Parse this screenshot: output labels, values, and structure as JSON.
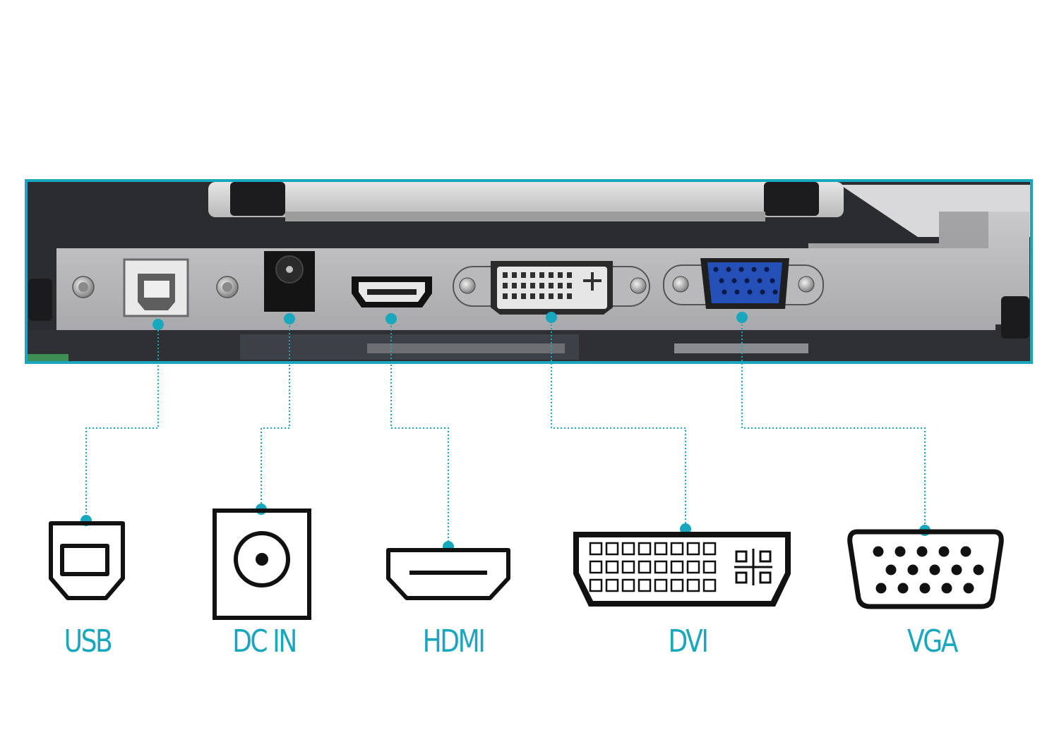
{
  "accent_color": "#19a7bd",
  "ports": [
    {
      "id": "usb",
      "label": "USB",
      "icon": "usb-b-icon"
    },
    {
      "id": "dc",
      "label": "DC IN",
      "icon": "dc-in-icon"
    },
    {
      "id": "hdmi",
      "label": "HDMI",
      "icon": "hdmi-icon"
    },
    {
      "id": "dvi",
      "label": "DVI",
      "icon": "dvi-icon"
    },
    {
      "id": "vga",
      "label": "VGA",
      "icon": "vga-icon"
    }
  ]
}
